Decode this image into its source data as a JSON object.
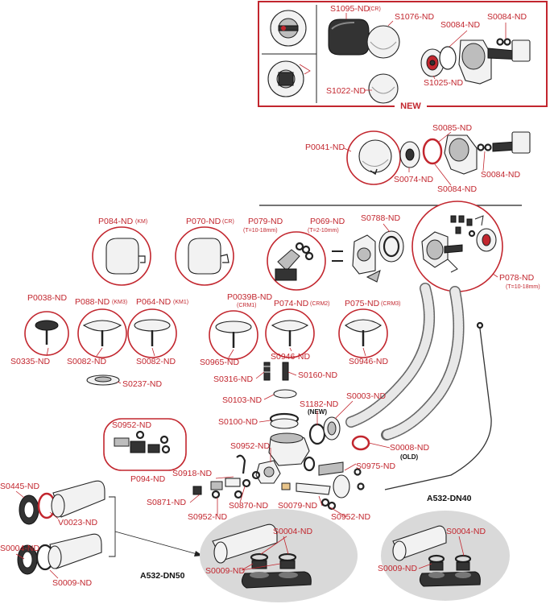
{
  "new_box": {
    "title": "NEW",
    "labels": {
      "s1095": "S1095-ND",
      "s1095_cr": "(CR)",
      "s1076": "S1076-ND",
      "s0084_a": "S0084-ND",
      "s0084_b": "S0084-ND",
      "s1022": "S1022-ND",
      "s1025": "S1025-ND"
    }
  },
  "upper_set": {
    "p0041": "P0041-ND",
    "s0085": "S0085-ND",
    "s0074": "S0074-ND",
    "s0084_c": "S0084-ND",
    "s0084_d": "S0084-ND"
  },
  "middle_row": {
    "p084": "P084-ND",
    "p084_sub": "(KM)",
    "p070": "P070-ND",
    "p070_sub": "(CR)",
    "p079": "P079-ND",
    "p079_sub": "(T=10-18mm)",
    "p069": "P069-ND",
    "p069_sub": "(T=2-10mm)",
    "s0788": "S0788-ND",
    "p078": "P078-ND",
    "p078_sub": "(T=10-18mm)"
  },
  "plugs": {
    "p0038": "P0038-ND",
    "p088": "P088-ND",
    "p088_sub": "(KM3)",
    "p064": "P064-ND",
    "p064_sub": "(KM1)",
    "p0039b": "P0039B-ND",
    "p0039b_sub": "(CRM1)",
    "p074": "P074-ND",
    "p074_sub": "(CRM2)",
    "p075": "P075-ND",
    "p075_sub": "(CRM3)",
    "s0335": "S0335-ND",
    "s0082_a": "S0082-ND",
    "s0082_b": "S0082-ND",
    "s0965": "S0965-ND",
    "s0946_a": "S0946-ND",
    "s0946_b": "S0946-ND",
    "s0237": "S0237-ND"
  },
  "waste": {
    "s0316": "S0316-ND",
    "s0160": "S0160-ND",
    "s0103": "S0103-ND",
    "s1182": "S1182-ND",
    "s1182_sub": "(NEW)",
    "s0003": "S0003-ND",
    "s0100": "S0100-ND",
    "s0952_a": "S0952-ND",
    "s0952_b": "S0952-ND",
    "s0952_c": "S0952-ND",
    "s0952_d": "S0952-ND",
    "p094": "P094-ND",
    "s0918": "S0918-ND",
    "s0871": "S0871-ND",
    "s0870": "S0870-ND",
    "s0079": "S0079-ND",
    "s0975": "S0975-ND",
    "s0008": "S0008-ND",
    "s0008_sub": "(OLD)"
  },
  "outlets": {
    "s0445": "S0445-ND",
    "v0023": "V0023-ND",
    "s0004_a": "S0004-ND",
    "s0009_a": "S0009-ND",
    "s0004_b": "S0004-ND",
    "s0009_b": "S0009-ND",
    "s0004_c": "S0004-ND",
    "s0009_c": "S0009-ND",
    "a532_dn50": "A532-DN50",
    "a532_dn40": "A532-DN40"
  },
  "colors": {
    "accent": "#c2262e",
    "line": "#222222",
    "ellipse": "#d9d9d9"
  }
}
